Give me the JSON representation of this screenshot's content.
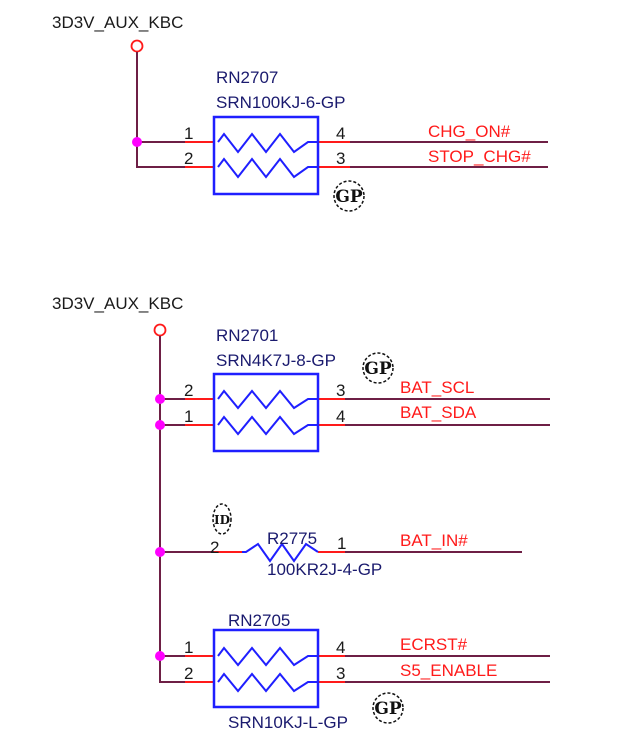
{
  "colors": {
    "wire": "#6e1f45",
    "pin": "#ff1a1a",
    "component": "#1f1fff",
    "junction": "#ff00ff",
    "net_label": "#ff1a1a",
    "ref_text": "#1a1a6e"
  },
  "blocks": [
    {
      "rail": "3D3V_AUX_KBC",
      "ref": "RN2707",
      "part": "SRN100KJ-6-GP",
      "pins_left": [
        "1",
        "2"
      ],
      "pins_right": [
        "4",
        "3"
      ],
      "nets": [
        "CHG_ON#",
        "STOP_CHG#"
      ],
      "badge": "GP"
    },
    {
      "rail": "3D3V_AUX_KBC",
      "ref": "RN2701",
      "part": "SRN4K7J-8-GP",
      "pins_left": [
        "2",
        "1"
      ],
      "pins_right": [
        "3",
        "4"
      ],
      "nets": [
        "BAT_SCL",
        "BAT_SDA"
      ],
      "badge": "GP"
    },
    {
      "ref": "R2775",
      "part": "100KR2J-4-GP",
      "pins_left": [
        "2"
      ],
      "pins_right": [
        "1"
      ],
      "nets": [
        "BAT_IN#"
      ],
      "badge": "ID"
    },
    {
      "ref": "RN2705",
      "part": "SRN10KJ-L-GP",
      "pins_left": [
        "1",
        "2"
      ],
      "pins_right": [
        "4",
        "3"
      ],
      "nets": [
        "ECRST#",
        "S5_ENABLE"
      ],
      "badge": "GP"
    }
  ]
}
